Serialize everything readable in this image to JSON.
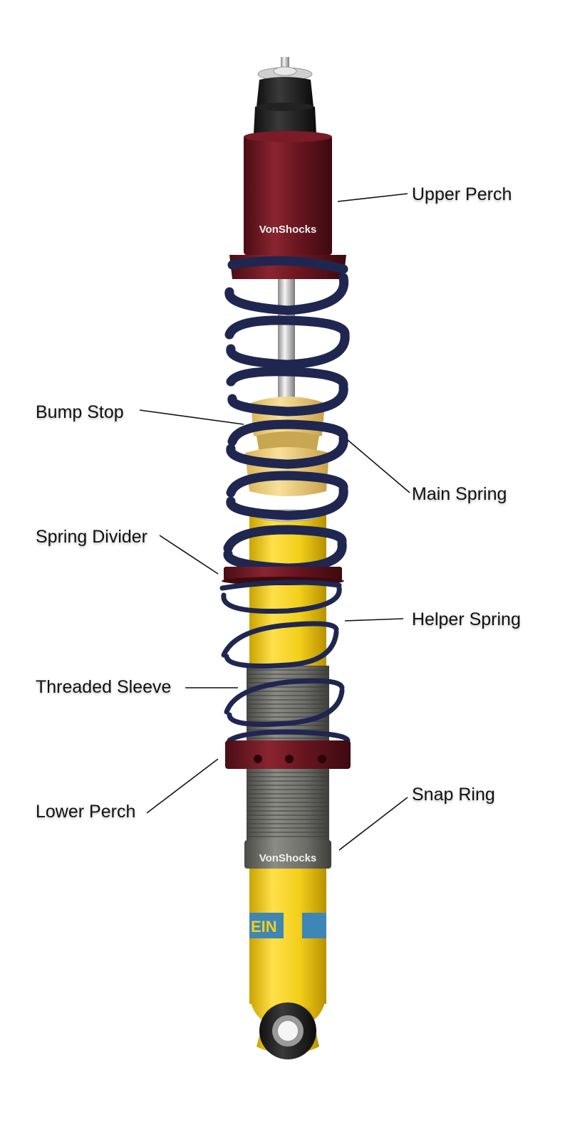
{
  "labels": {
    "upper_perch": "Upper Perch",
    "bump_stop": "Bump Stop",
    "main_spring": "Main Spring",
    "spring_divider": "Spring Divider",
    "helper_spring": "Helper Spring",
    "threaded_sleeve": "Threaded Sleeve",
    "lower_perch": "Lower Perch",
    "snap_ring": "Snap Ring"
  },
  "branding": {
    "upper_logo": "VonShocks",
    "lower_logo": "VonShocks",
    "body_text": "EIN"
  },
  "colors": {
    "background": "#ffffff",
    "perch_maroon": "#6b1620",
    "spring_navy": "#1f2650",
    "body_yellow": "#f2cf1a",
    "sleeve_gray": "#6e6e6a",
    "stripe_blue": "#3e86b5",
    "bump_stop_tan": "#f0d480"
  }
}
